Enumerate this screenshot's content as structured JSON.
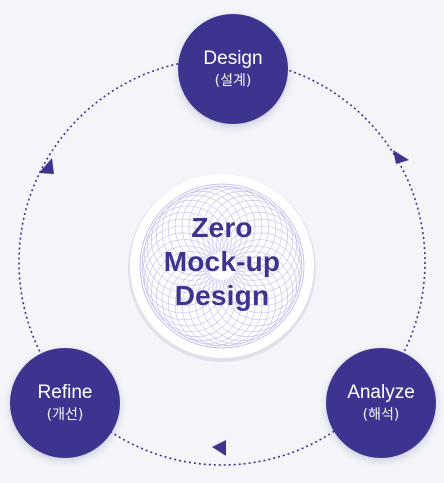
{
  "colors": {
    "background": "#f3f5f8",
    "node_fill": "#3d3490",
    "accent": "#3d3490",
    "ring_dots": "#3d3490",
    "rosette": "#b9b4ea",
    "center_bg": "#ffffff"
  },
  "center": {
    "line1": "Zero",
    "line2": "Mock-up",
    "line3": "Design"
  },
  "nodes": {
    "design": {
      "label": "Design",
      "sub": "(설계)"
    },
    "analyze": {
      "label": "Analyze",
      "sub": "(해석)"
    },
    "refine": {
      "label": "Refine",
      "sub": "(개선)"
    }
  },
  "cycle": {
    "direction": "clockwise",
    "order": [
      "design",
      "analyze",
      "refine"
    ]
  }
}
